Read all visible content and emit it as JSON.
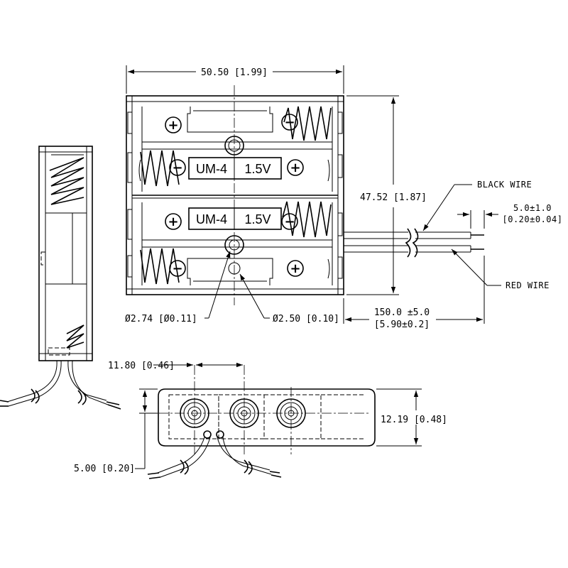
{
  "dimensions": {
    "width": "50.50 [1.99]",
    "height": "47.52 [1.87]",
    "hole_large": "Ø2.74 [Ø0.11]",
    "hole_small": "Ø2.50 [0.10]",
    "wire_length_1": "150.0 ±5.0",
    "wire_length_2": "[5.90±0.2]",
    "strip_1": "5.0±1.0",
    "strip_2": "[0.20±0.04]",
    "pitch": "11.80 [0.46]",
    "depth": "12.19 [0.48]",
    "wire_spacing": "5.00 [0.20]"
  },
  "callouts": {
    "black_wire": "BLACK WIRE",
    "red_wire": "RED WIRE"
  },
  "labels": {
    "cell_type": "UM-4",
    "voltage": "1.5V"
  },
  "symbols": {
    "plus": "+",
    "minus": "−"
  }
}
